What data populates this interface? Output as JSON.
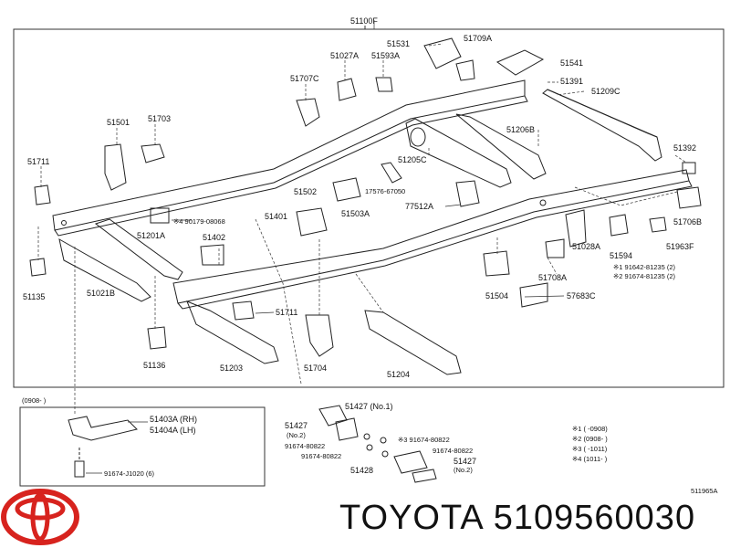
{
  "diagram": {
    "main_assembly": "51100F",
    "ref_number": "511965A",
    "labels": {
      "l51531": "51531",
      "l51709A": "51709A",
      "l51027A": "51027A",
      "l51593A": "51593A",
      "l51541": "51541",
      "l51707C": "51707C",
      "l51391": "51391",
      "l51209C": "51209C",
      "l51501": "51501",
      "l51703": "51703",
      "l51206B": "51206B",
      "l51711a": "51711",
      "l51205C": "51205C",
      "l51392": "51392",
      "l51502": "51502",
      "l17576": "17576-67050",
      "l77512A": "77512A",
      "l51503A": "51503A",
      "l51706B": "51706B",
      "l90179": "※4 90179-08068",
      "l51401": "51401",
      "l51201A": "51201A",
      "l51402": "51402",
      "l51028A": "51028A",
      "l51594": "51594",
      "l51963F": "51963F",
      "l91642": "※1 91642-81235 (2)",
      "l91674a": "※2 91674-81235 (2)",
      "l51135": "51135",
      "l51021B": "51021B",
      "l51708A": "51708A",
      "l51504": "51504",
      "l57683C": "57683C",
      "l51711b": "51711",
      "l51136": "51136",
      "l51203": "51203",
      "l51704": "51704",
      "l51204": "51204"
    },
    "inset_left": {
      "date": "(0908-      )",
      "l51403A": "51403A (RH)",
      "l51404A": "51404A (LH)",
      "l91674J": "91674-J1020 (6)"
    },
    "inset_mid": {
      "l51427a": "51427 (No.1)",
      "l51427b": "51427",
      "l51427b2": "(No.2)",
      "l91674b": "91674-80822",
      "l91674c": "91674-80822",
      "l91674d": "※3 91674-80822",
      "l91674e": "91674-80822",
      "l51427c": "51427",
      "l51427c2": "(No.2)",
      "l51428": "51428"
    },
    "legend": [
      "※1 (      -0908)",
      "※2 (0908-      )",
      "※3 (      -1011)",
      "※4 (1011-      )"
    ]
  },
  "brand_name": "TOYOTA",
  "part_number": "5109560030",
  "colors": {
    "logo_red": "#d7231e",
    "line": "#222222"
  }
}
